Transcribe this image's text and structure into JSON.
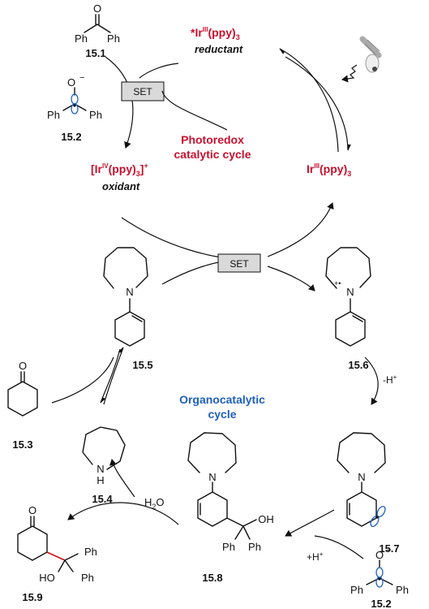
{
  "colors": {
    "photoredox": "#c8102e",
    "organo": "#1f5fbf",
    "set_box": "#d9d9d9",
    "new_bond": "#d01010",
    "orbital": "#1f5fbf"
  },
  "labels": {
    "ph": "Ph",
    "o": "O",
    "h": "H",
    "ho": "HO",
    "oh": "OH",
    "n": "N",
    "minus": "−",
    "plus": "+",
    "rad": "•",
    "radcat": "+•",
    "sup_plus": "+"
  },
  "compounds": {
    "c151": "15.1",
    "c152a": "15.2",
    "c152b": "15.2",
    "c153": "15.3",
    "c154": "15.4",
    "c155": "15.5",
    "c156": "15.6",
    "c157": "15.7",
    "c158": "15.8",
    "c159": "15.9"
  },
  "catalyst": {
    "excited_star": "*",
    "excited_ir": "Ir",
    "excited_ox": "III",
    "excited_ligand": "(ppy)",
    "excited_sub": "3",
    "reductant": "reductant",
    "ground_ir": "Ir",
    "ground_ox": "III",
    "ground_ligand": "(ppy)",
    "ground_sub": "3",
    "oxidized_open": "[Ir",
    "oxidized_ox": "IV",
    "oxidized_ligand": "(ppy)",
    "oxidized_sub": "3",
    "oxidized_close": "]",
    "oxidized_charge": "+",
    "oxidant": "oxidant"
  },
  "cycles": {
    "photoredox_line1": "Photoredox",
    "photoredox_line2": "catalytic cycle",
    "organo_line1": "Organocatalytic",
    "organo_line2": "cycle"
  },
  "steps": {
    "set1": "SET",
    "set2": "SET",
    "deprot_sign": "-H",
    "deprot_charge": "+",
    "prot_sign": "+H",
    "prot_charge": "+",
    "water_h": "H",
    "water_sub": "2",
    "water_o": "O"
  }
}
